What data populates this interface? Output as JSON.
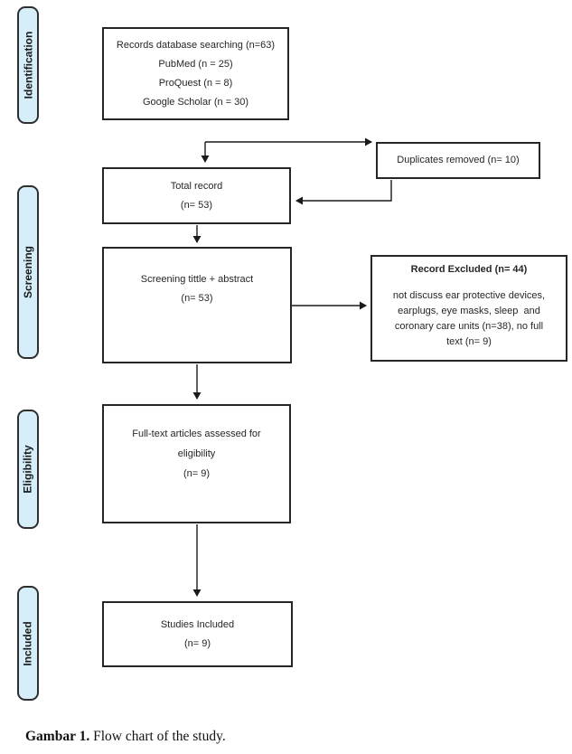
{
  "sidebar": {
    "labels": [
      {
        "text": "Identification"
      },
      {
        "text": "Screening"
      },
      {
        "text": "Eligibility"
      },
      {
        "text": "Included"
      }
    ]
  },
  "flow": {
    "records": {
      "lines": [
        "Records database searching (n=63)",
        "PubMed (n = 25)",
        "ProQuest (n = 8)",
        "Google Scholar (n = 30)"
      ]
    },
    "total": {
      "lines": [
        "Total record",
        "(n= 53)"
      ]
    },
    "duplicates": {
      "text": "Duplicates removed (n= 10)"
    },
    "screening": {
      "lines": [
        "Screening tittle + abstract",
        "(n= 53)"
      ]
    },
    "excluded": {
      "title": "Record Excluded (n= 44)",
      "body_lines": [
        "not discuss ear protective devices,",
        "earplugs, eye masks, sleep  and",
        "coronary care units (n=38), no full",
        "text (n= 9)"
      ]
    },
    "fulltext": {
      "lines": [
        "Full-text articles assessed for",
        "eligibility",
        "(n= 9)"
      ]
    },
    "included": {
      "lines": [
        "Studies Included",
        "(n= 9)"
      ]
    }
  },
  "caption": {
    "label": "Gambar 1.",
    "text": " Flow chart of the study."
  },
  "colors": {
    "stage_fill": "#d6edfa",
    "stage_border": "#2e2e2e",
    "box_border": "#262626",
    "line": "#1a1a1a",
    "text": "#262626",
    "background": "#ffffff"
  }
}
